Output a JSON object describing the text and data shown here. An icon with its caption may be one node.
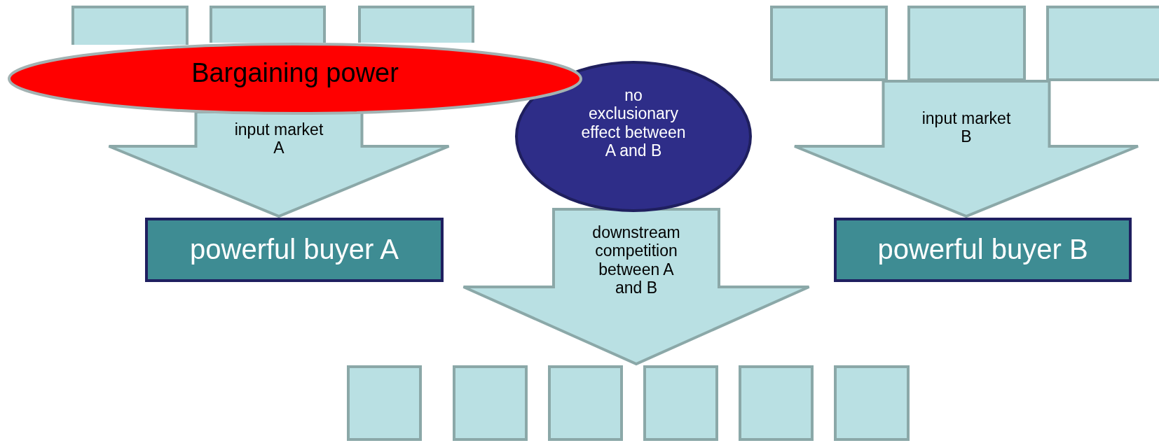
{
  "diagram": {
    "nodes": [
      {
        "text": [],
        "shape": "box"
      },
      {
        "text": [],
        "shape": "box"
      },
      {
        "text": [],
        "shape": "box"
      },
      {
        "text": [],
        "shape": "box"
      },
      {
        "text": [],
        "shape": "box"
      },
      {
        "text": [],
        "shape": "box"
      },
      {
        "text": [
          "Bargaining power"
        ]
      },
      {
        "text": [
          "no exclusionary effect between A and B"
        ]
      },
      {
        "text": [
          "powerful buyer A"
        ]
      },
      {
        "text": [
          "powerful buyer B"
        ]
      },
      {
        "text": [],
        "shape": "box"
      },
      {
        "text": [],
        "shape": "box"
      },
      {
        "text": [],
        "shape": "box"
      },
      {
        "text": [],
        "shape": "box"
      },
      {
        "text": [],
        "shape": "box"
      },
      {
        "text": [],
        "shape": "box"
      }
    ],
    "edges": [
      {
        "from": 6,
        "to": 8,
        "arrow": "to",
        "label": "input market A"
      },
      {
        "from": 4,
        "to": 9,
        "arrow": "to",
        "label": "input market B"
      },
      {
        "from": 7,
        "to": 12,
        "arrow": "to",
        "label": "downstream competition between A and B"
      }
    ]
  }
}
